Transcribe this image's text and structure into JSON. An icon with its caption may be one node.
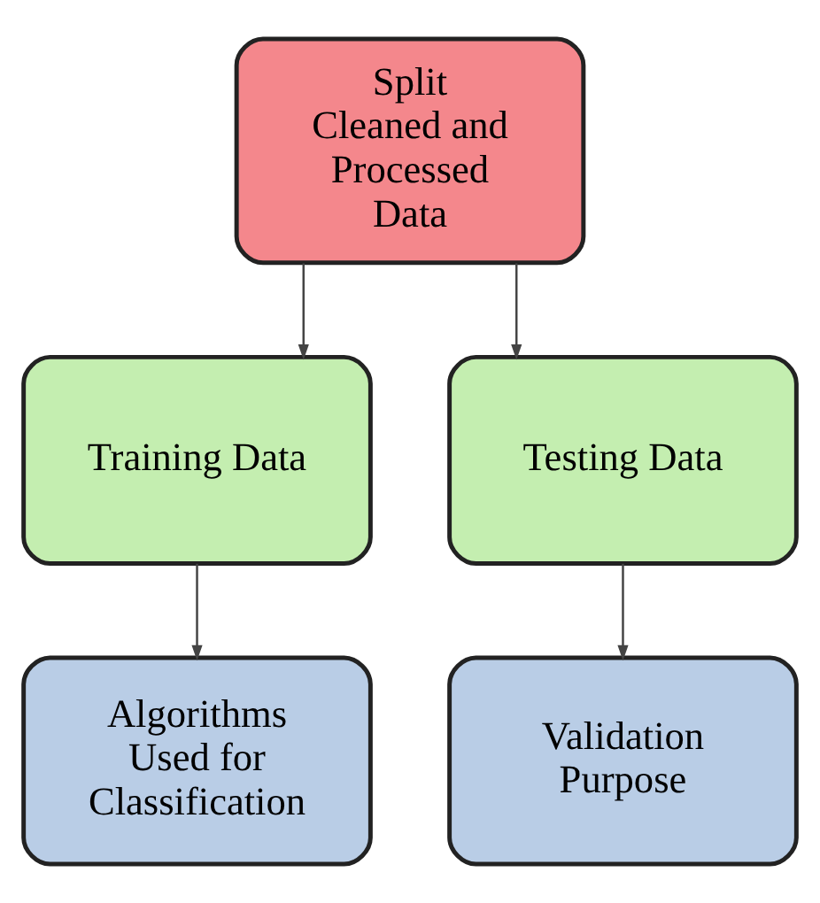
{
  "diagram": {
    "nodes": [
      {
        "text": [
          "Split Cleaned and Processed Data"
        ]
      },
      {
        "text": [
          "Training Data"
        ]
      },
      {
        "text": [
          "Testing Data"
        ]
      },
      {
        "text": [
          "Algorithms Used for Classification"
        ]
      },
      {
        "text": [
          "Validation Purpose"
        ]
      }
    ],
    "edges": [
      {
        "from": 0,
        "to": 1,
        "arrow": "to"
      },
      {
        "from": 0,
        "to": 2,
        "arrow": "to"
      },
      {
        "from": 1,
        "to": 3,
        "arrow": "to"
      },
      {
        "from": 2,
        "to": 4,
        "arrow": "to"
      }
    ]
  }
}
